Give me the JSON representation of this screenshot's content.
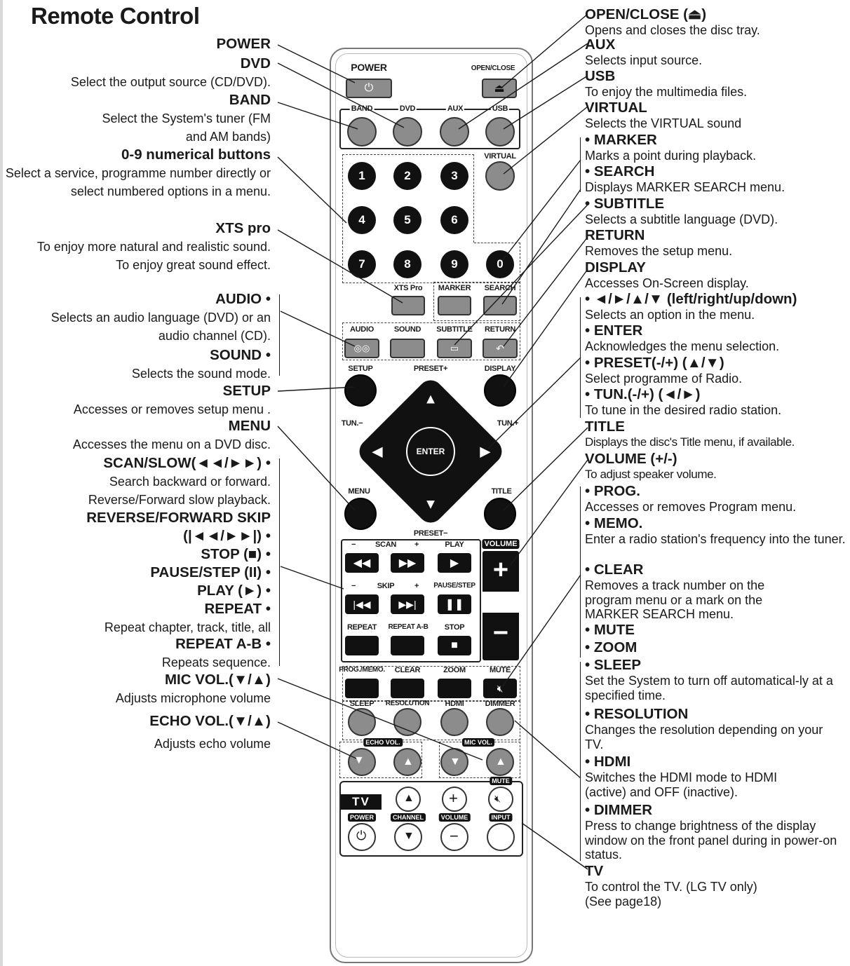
{
  "page_title": "Remote Control",
  "left_callouts": [
    {
      "heading": "POWER",
      "desc": ""
    },
    {
      "heading": "DVD",
      "desc": "Select the output source (CD/DVD)."
    },
    {
      "heading": "BAND",
      "desc": "Select the System's  tuner (FM and AM bands)"
    },
    {
      "heading": "0-9 numerical buttons",
      "desc": "Select a service, programme number directly or select numbered options in a menu."
    },
    {
      "heading": "XTS pro",
      "desc": "To enjoy more natural and realistic sound.\nTo enjoy great sound effect."
    },
    {
      "heading": "AUDIO",
      "desc": "Selects an audio language (DVD) or an audio channel (CD)."
    },
    {
      "heading": "SOUND",
      "desc": "Selects the sound mode."
    },
    {
      "heading": "SETUP",
      "desc": "Accesses or removes setup menu ."
    },
    {
      "heading": "MENU",
      "desc": "Accesses the menu on a DVD disc."
    },
    {
      "heading": "SCAN/SLOW(◄◄/►►)",
      "desc": "Search backward or forward.\nReverse/Forward slow playback."
    },
    {
      "heading": "REVERSE/FORWARD SKIP",
      "desc": ""
    },
    {
      "heading": "(|◄◄/►►|)",
      "desc": ""
    },
    {
      "heading": "STOP (■)",
      "desc": ""
    },
    {
      "heading": "PAUSE/STEP (II)",
      "desc": ""
    },
    {
      "heading": "PLAY (►)",
      "desc": ""
    },
    {
      "heading": "REPEAT",
      "desc": "Repeat chapter, track, title, all"
    },
    {
      "heading": "REPEAT A-B",
      "desc": "Repeats sequence."
    },
    {
      "heading": "MIC VOL.(▼/▲)",
      "desc": "Adjusts microphone volume"
    },
    {
      "heading": "ECHO VOL.(▼/▲)",
      "desc": "Adjusts echo volume"
    }
  ],
  "right_callouts": [
    {
      "heading": "OPEN/CLOSE (⏏)",
      "desc": "Opens and closes the disc tray."
    },
    {
      "heading": "AUX",
      "desc": "Selects input source."
    },
    {
      "heading": "USB",
      "desc": "To enjoy the multimedia files."
    },
    {
      "heading": "VIRTUAL",
      "desc": "Selects the VIRTUAL sound"
    },
    {
      "heading": "MARKER",
      "desc": "Marks a point during playback."
    },
    {
      "heading": "SEARCH",
      "desc": "Displays MARKER SEARCH menu."
    },
    {
      "heading": "SUBTITLE",
      "desc": "Selects a subtitle language (DVD)."
    },
    {
      "heading": "RETURN",
      "desc": "Removes the setup menu."
    },
    {
      "heading": "DISPLAY",
      "desc": "Accesses On-Screen display."
    },
    {
      "heading": "◄/►/▲/▼ (left/right/up/down)",
      "desc": "Selects an option in the menu."
    },
    {
      "heading": "ENTER",
      "desc": "Acknowledges the menu selection."
    },
    {
      "heading": "PRESET(-/+) (▲/▼)",
      "desc": "Select programme of Radio."
    },
    {
      "heading": "TUN.(-/+) (◄/►)",
      "desc": "To tune in the desired radio station."
    },
    {
      "heading": "TITLE",
      "desc": "Displays the disc's Title menu, if available."
    },
    {
      "heading": "VOLUME (+/-)",
      "desc": "To adjust speaker volume."
    },
    {
      "heading": "PROG.",
      "desc": "Accesses or removes Program menu."
    },
    {
      "heading": "MEMO.",
      "desc": "Enter a radio station's frequency into the tuner."
    },
    {
      "heading": "CLEAR",
      "desc": "Removes a track number on the program menu or a mark on the MARKER SEARCH menu."
    },
    {
      "heading": "MUTE",
      "desc": ""
    },
    {
      "heading": "ZOOM",
      "desc": ""
    },
    {
      "heading": "SLEEP",
      "desc": "Set the System to turn off automatical-ly at a specified time."
    },
    {
      "heading": "RESOLUTION",
      "desc": "Changes the resolution depending on your TV."
    },
    {
      "heading": "HDMI",
      "desc": "Switches the HDMI mode to HDMI (active) and OFF (inactive)."
    },
    {
      "heading": "DIMMER",
      "desc": "Press to change brightness of the display window on the front panel during in power-on status."
    },
    {
      "heading": "TV",
      "desc": "To control the TV. (LG TV only)\n(See page18)"
    }
  ],
  "remote": {
    "power": "POWER",
    "open_close": "OPEN/CLOSE",
    "band": "BAND",
    "dvd": "DVD",
    "aux": "AUX",
    "usb": "USB",
    "virtual": "VIRTUAL",
    "numbers": [
      "1",
      "2",
      "3",
      "4",
      "5",
      "6",
      "7",
      "8",
      "9",
      "0"
    ],
    "xts_pro": "XTS Pro",
    "marker": "MARKER",
    "search": "SEARCH",
    "audio": "AUDIO",
    "sound": "SOUND",
    "subtitle": "SUBTITLE",
    "return": "RETURN",
    "setup": "SETUP",
    "preset_plus": "PRESET+",
    "display": "DISPLAY",
    "tun_minus": "TUN.−",
    "tun_plus": "TUN.+",
    "enter": "ENTER",
    "menu": "MENU",
    "title": "TITLE",
    "preset_minus": "PRESET−",
    "scan": "SCAN",
    "play": "PLAY",
    "volume": "VOLUME",
    "skip": "SKIP",
    "pause_step": "PAUSE/STEP",
    "repeat": "REPEAT",
    "repeat_ab": "REPEAT A-B",
    "stop": "STOP",
    "prog_memo": "PROG./MEMO.",
    "clear": "CLEAR",
    "zoom": "ZOOM",
    "mute": "MUTE",
    "sleep": "SLEEP",
    "resolution": "RESOLUTION",
    "hdmi": "HDMI",
    "dimmer": "DIMMER",
    "echo_vol": "ECHO VOL.",
    "mic_vol": "MIC VOL.",
    "tv": "TV",
    "tv_mute": "MUTE",
    "tv_power": "POWER",
    "tv_channel": "CHANNEL",
    "tv_volume": "VOLUME",
    "tv_input": "INPUT"
  }
}
